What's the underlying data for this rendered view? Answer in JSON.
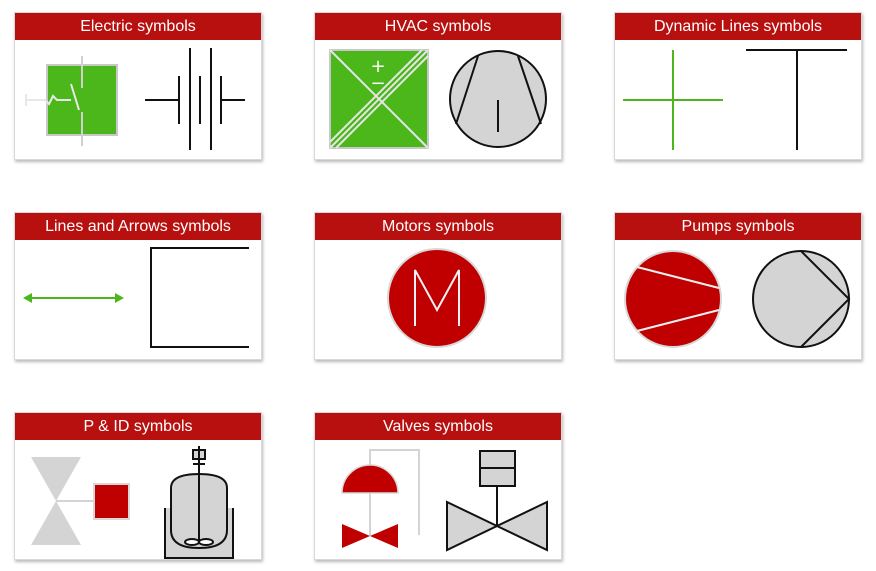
{
  "colors": {
    "header_red": "#b80f0f",
    "symbol_green": "#4cb71a",
    "symbol_red": "#c00000",
    "symbol_gray": "#d4d4d4"
  },
  "cards": [
    {
      "id": "electric",
      "title": "Electric symbols"
    },
    {
      "id": "hvac",
      "title": "HVAC symbols"
    },
    {
      "id": "dynamic-lines",
      "title": "Dynamic Lines symbols"
    },
    {
      "id": "lines-arrows",
      "title": "Lines and Arrows symbols"
    },
    {
      "id": "motors",
      "title": "Motors symbols"
    },
    {
      "id": "pumps",
      "title": "Pumps symbols"
    },
    {
      "id": "pid",
      "title": "P & ID symbols"
    },
    {
      "id": "valves",
      "title": "Valves symbols"
    }
  ],
  "icons": {
    "electric": [
      "green-switch-icon",
      "battery-icon"
    ],
    "hvac": [
      "green-damper-icon",
      "gray-fan-icon"
    ],
    "dynamic-lines": [
      "green-cross-line-icon",
      "black-tee-line-icon"
    ],
    "lines-arrows": [
      "double-arrow-icon",
      "bracket-line-icon"
    ],
    "motors": [
      "motor-m-icon"
    ],
    "pumps": [
      "red-pump-icon",
      "gray-pump-icon"
    ],
    "pid": [
      "gray-valve-with-square-icon",
      "reactor-vessel-icon"
    ],
    "valves": [
      "red-control-valve-icon",
      "gray-actuated-valve-icon"
    ]
  },
  "symbols": {
    "hvac_plus": "+",
    "hvac_minus": "−"
  }
}
